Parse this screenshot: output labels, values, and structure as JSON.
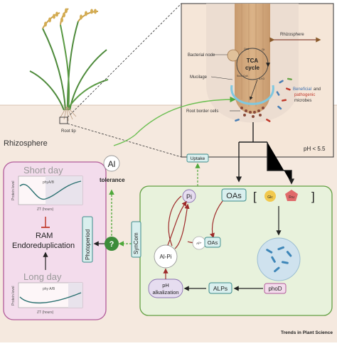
{
  "labels": {
    "root_tip": "Root tip",
    "rhizosphere_main": "Rhizosphere",
    "rhizosphere_arrow": "Rhizosphere",
    "bacterial_node": "Bacterial node",
    "mucilage": "Mucilage",
    "root_border_cells": "Root border cells",
    "tca_line1": "TCA",
    "tca_line2": "cycle",
    "beneficial": "Beneficial",
    "and": " and",
    "pathogenic": "pathogenic",
    "microbes": "microbes",
    "ph_low": "pH < 5.5",
    "short_day": "Short day",
    "long_day": "Long day",
    "protein_level": "Protein level",
    "phy_ab_1": "phyA/B",
    "phy_ab_2": "phy A/B",
    "zt_hours_1": "ZT (hours)",
    "zt_hours_2": "ZT (hours)",
    "ram": "RAM",
    "endoreduplication": "Endoreduplication",
    "photoperiod": "Photoperiod",
    "uncertain": "?",
    "al": "Al",
    "tolerance": "tolerance",
    "uptake": "Uptake",
    "syncom": "SynCom",
    "pi": "Pi",
    "oas": "OAs",
    "al3_oas": "OAs",
    "al3": "Al³⁺",
    "glc": "Glc",
    "fru": "Fru",
    "al_pi": "Al-Pi",
    "ph_alk_1": "pH",
    "ph_alk_2": "alkalization",
    "alps": "ALPs",
    "phod": "phoD",
    "credit": "Trends in Plant Science"
  },
  "colors": {
    "soil": "#f5e9df",
    "pink_panel": "#f3dcec",
    "pink_border": "#b25c9a",
    "green_panel": "#e8f2dc",
    "green_border": "#63a043",
    "teal_box": "#d9efee",
    "teal_border": "#3a8b8a",
    "dark_red": "#9e2a2a"
  }
}
